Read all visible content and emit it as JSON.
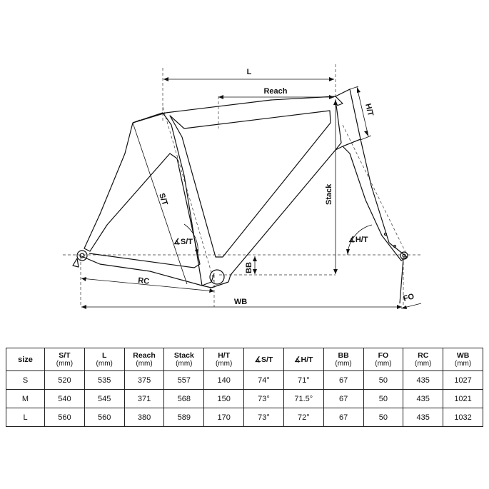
{
  "diagram": {
    "labels": {
      "L": "L",
      "Reach": "Reach",
      "HT": "H/T",
      "ST": "S/T",
      "Stack": "Stack",
      "ST_angle": "∡S/T",
      "HT_angle": "∡H/T",
      "BB": "BB",
      "RC": "RC",
      "WB": "WB",
      "FO": "FO"
    }
  },
  "table": {
    "size_header": "size",
    "unit": "(mm)",
    "columns": [
      {
        "label": "S/T",
        "unit": "(mm)"
      },
      {
        "label": "L",
        "unit": "(mm)"
      },
      {
        "label": "Reach",
        "unit": "(mm)"
      },
      {
        "label": "Stack",
        "unit": "(mm)"
      },
      {
        "label": "H/T",
        "unit": "(mm)"
      },
      {
        "label": "∡S/T",
        "unit": ""
      },
      {
        "label": "∡H/T",
        "unit": ""
      },
      {
        "label": "BB",
        "unit": "(mm)"
      },
      {
        "label": "FO",
        "unit": "(mm)"
      },
      {
        "label": "RC",
        "unit": "(mm)"
      },
      {
        "label": "WB",
        "unit": "(mm)"
      }
    ],
    "rows": [
      {
        "size": "S",
        "values": [
          "520",
          "535",
          "375",
          "557",
          "140",
          "74°",
          "71°",
          "67",
          "50",
          "435",
          "1027"
        ]
      },
      {
        "size": "M",
        "values": [
          "540",
          "545",
          "371",
          "568",
          "150",
          "73°",
          "71.5°",
          "67",
          "50",
          "435",
          "1021"
        ]
      },
      {
        "size": "L",
        "values": [
          "560",
          "560",
          "380",
          "589",
          "170",
          "73°",
          "72°",
          "67",
          "50",
          "435",
          "1032"
        ]
      }
    ]
  }
}
